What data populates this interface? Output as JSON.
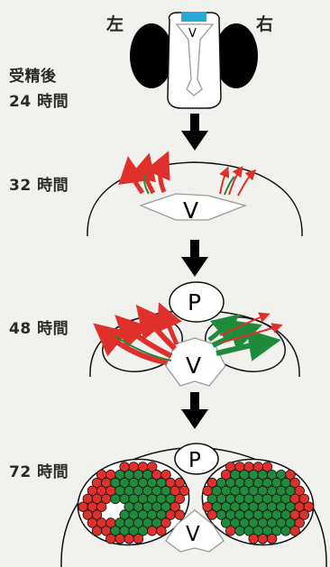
{
  "side_labels": {
    "left": "左",
    "right": "右"
  },
  "time_labels": {
    "t24_line1": "受精後",
    "t24_line2": "24 時間",
    "t32": "32 時間",
    "t48": "48 時間",
    "t72": "72 時間"
  },
  "region_labels": {
    "ventricle": "V",
    "pineal": "P"
  },
  "colors": {
    "background": "#f1f2ee",
    "red": "#e0302c",
    "green": "#1f8a3a",
    "blue": "#2aa7d6",
    "outline": "#111111",
    "ventricle_gray": "#9a9a9a"
  }
}
